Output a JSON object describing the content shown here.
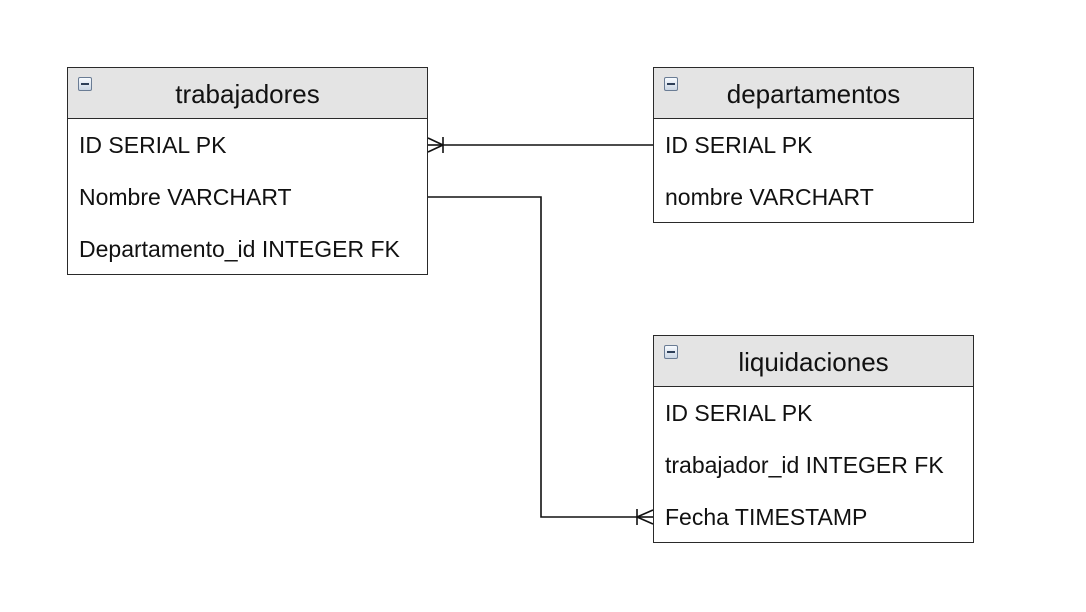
{
  "entities": {
    "trabajadores": {
      "title": "trabajadores",
      "fields": [
        "ID SERIAL PK",
        "Nombre VARCHART",
        "Departamento_id INTEGER FK"
      ]
    },
    "departamentos": {
      "title": "departamentos",
      "fields": [
        "ID SERIAL PK",
        "nombre VARCHART"
      ]
    },
    "liquidaciones": {
      "title": "liquidaciones",
      "fields": [
        "ID SERIAL PK",
        "trabajador_id INTEGER FK",
        "Fecha TIMESTAMP"
      ]
    }
  },
  "relationships": [
    {
      "from_entity": "departamentos",
      "from_field": "ID SERIAL PK",
      "to_entity": "trabajadores",
      "to_field": "ID SERIAL PK",
      "cardinality": "one-to-many"
    },
    {
      "from_entity": "trabajadores",
      "from_field": "Nombre VARCHART",
      "to_entity": "liquidaciones",
      "to_field": "Fecha TIMESTAMP",
      "cardinality": "one-to-many"
    }
  ],
  "colors": {
    "header_background": "#e4e4e4",
    "border": "#2a2a2a",
    "line": "#111111",
    "icon_border": "#6a7c94"
  },
  "icons": {
    "collapse": "collapse-minus-icon"
  }
}
